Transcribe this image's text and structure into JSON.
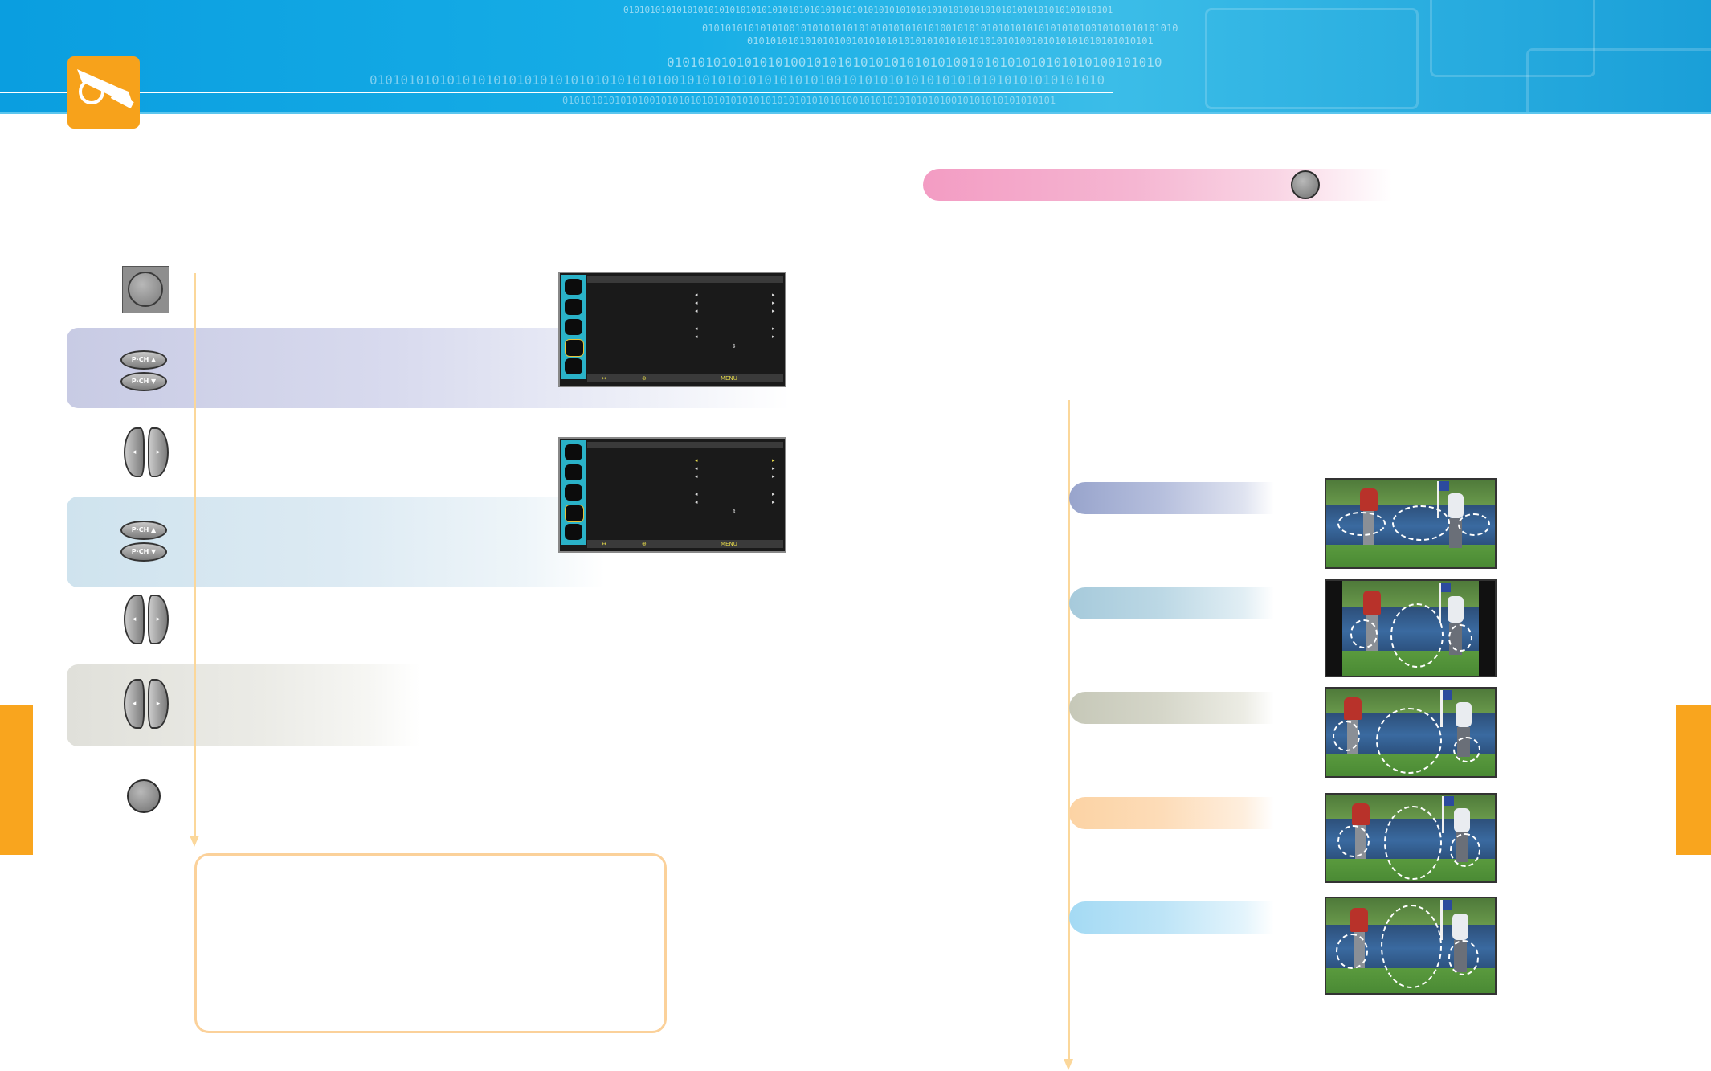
{
  "header": {
    "binary_rows": [
      "01010101010101010101010101010101010101010101010101010101010101010101010101010101010101010101",
      "0101010101010100101010101010101010101010100101010101010101010101010010101010101010",
      "0101010101010101001010101010101010101010101010100101010101010101010101",
      "0101010101010101001010101010101010101001010101010101010100101010",
      "01010101010101010101010101010101010101001010101010101010101001010101010101010101010101010101010",
      "0101010101010100101010101010101010101010101010101001010101010101010010101010101010101"
    ]
  },
  "left": {
    "osd_footer": [
      "↔",
      "⊕",
      "MENU"
    ]
  },
  "right": {
    "modes": [
      {
        "pill_color": "#98a4cc"
      },
      {
        "pill_color": "#a6cadb"
      },
      {
        "pill_color": "#c6c8b8"
      },
      {
        "pill_color": "#fcd3a4"
      },
      {
        "pill_color": "#a4daf4"
      }
    ]
  },
  "colors": {
    "header_blue": "#0a9ee0",
    "accent_orange": "#f7a21b",
    "arrow_line": "#fbd79a",
    "note_border": "#fbd19a",
    "pink_bar": "#f39cc3"
  }
}
